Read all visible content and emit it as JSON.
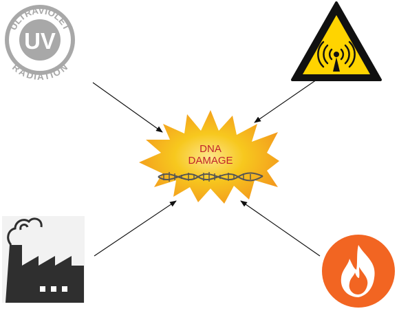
{
  "center": {
    "line1": "DNA",
    "line2": "DAMAGE"
  },
  "uv_badge": {
    "letters": "UV",
    "top_arc": "ULTRAVIOLET",
    "bottom_arc": "RADIATION"
  },
  "colors": {
    "uv_grey": "#a8a8a8",
    "burst_yellow": "#f5c518",
    "burst_orange": "#f39a1d",
    "text_red": "#c0232a",
    "warning_yellow": "#ffd400",
    "fire_orange": "#f26522",
    "factory_grey": "#2f2f2f",
    "arrow": "#111111"
  },
  "icons": [
    "uv-radiation-badge",
    "radiation-warning-sign",
    "factory-smoke-icon",
    "fire-icon",
    "dna-damage-burst"
  ]
}
